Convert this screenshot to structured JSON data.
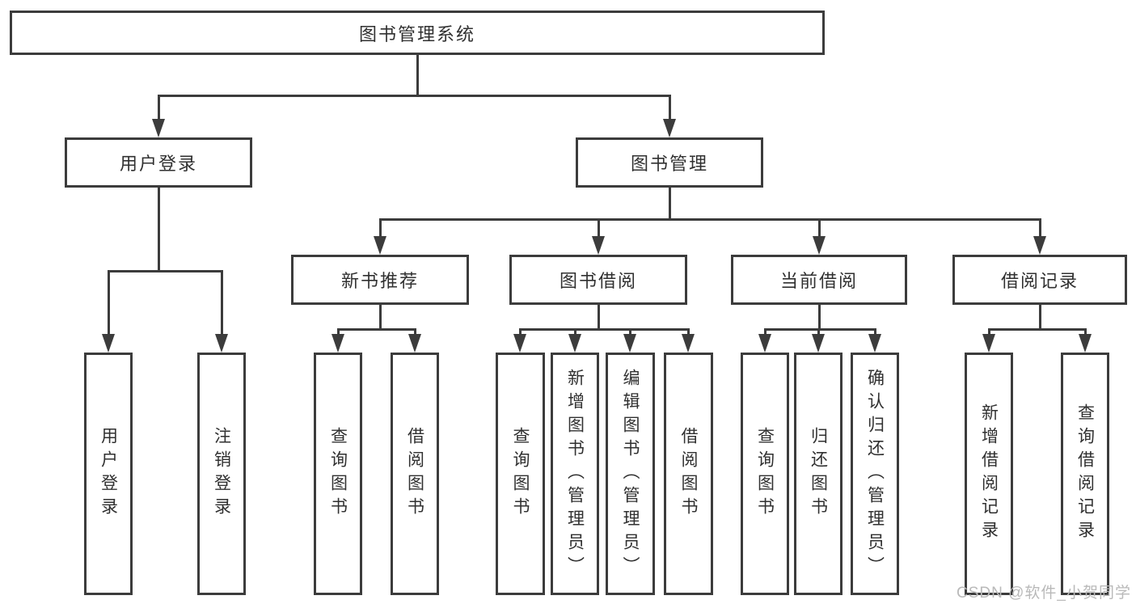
{
  "diagram": {
    "root_label": "图书管理系统",
    "user_login": {
      "label": "用户登录",
      "children": [
        "用户登录",
        "注销登录"
      ]
    },
    "book_mgmt": {
      "label": "图书管理",
      "sections": [
        {
          "label": "新书推荐",
          "children": [
            "查询图书",
            "借阅图书"
          ]
        },
        {
          "label": "图书借阅",
          "children": [
            "查询图书",
            "新增图书（管理员）",
            "编辑图书（管理员）",
            "借阅图书"
          ]
        },
        {
          "label": "当前借阅",
          "children": [
            "查询图书",
            "归还图书",
            "确认归还（管理员）"
          ]
        },
        {
          "label": "借阅记录",
          "children": [
            "新增借阅记录",
            "查询借阅记录"
          ]
        }
      ]
    }
  },
  "watermark": {
    "text": "CSDN @软件_小贺同学"
  },
  "colors": {
    "line": "#3c3c3c",
    "text": "#303030",
    "background": "#ffffff",
    "watermark": "#b9b9b9"
  }
}
